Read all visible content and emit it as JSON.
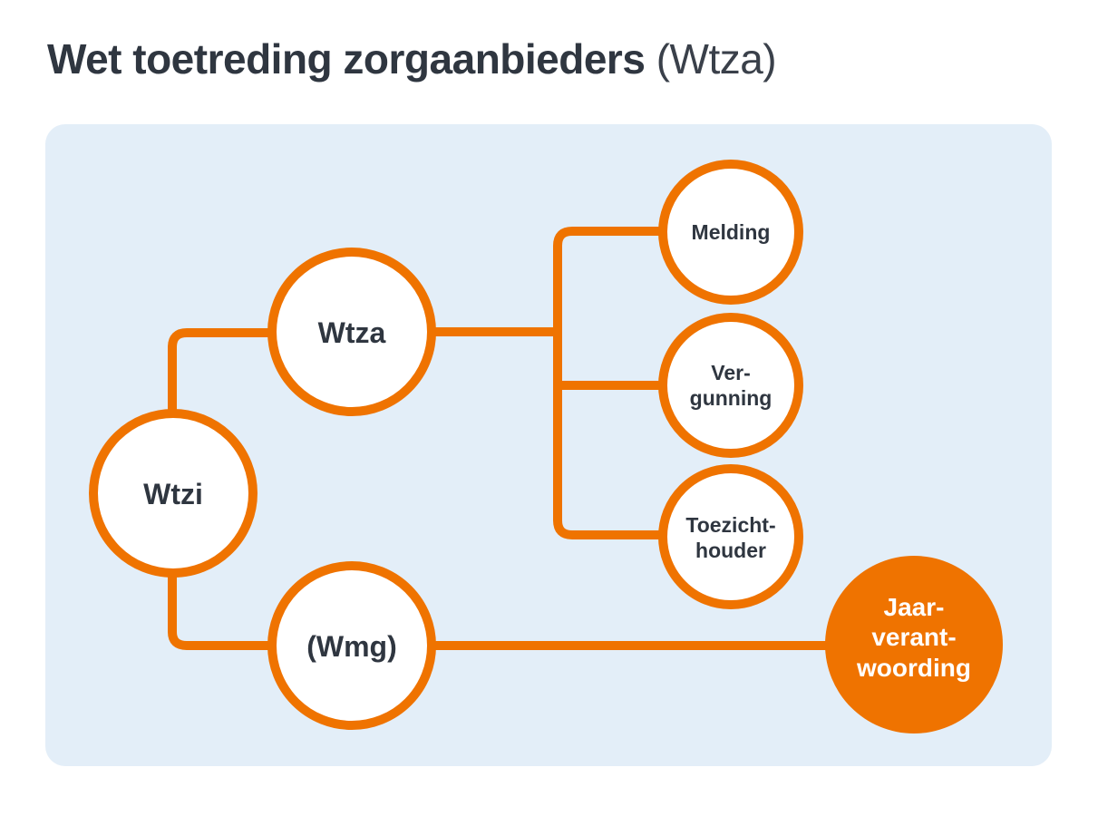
{
  "title": {
    "bold": "Wet toetreding zorgaanbieders",
    "light": "(Wtza)"
  },
  "colors": {
    "accent": "#ef7300",
    "panel": "#e3eef8",
    "text": "#2f3640",
    "circle_fill": "#ffffff"
  },
  "nodes": {
    "wtzi": {
      "lines": [
        "Wtzi"
      ]
    },
    "wtza": {
      "lines": [
        "Wtza"
      ]
    },
    "wmg": {
      "lines": [
        "(Wmg)"
      ]
    },
    "melding": {
      "lines": [
        "Melding"
      ]
    },
    "vergunning": {
      "lines": [
        "Ver-",
        "gunning"
      ]
    },
    "toezichthouder": {
      "lines": [
        "Toezicht-",
        "houder"
      ]
    },
    "jaarverantwoording": {
      "lines": [
        "Jaar-",
        "verant-",
        "woording"
      ]
    }
  }
}
